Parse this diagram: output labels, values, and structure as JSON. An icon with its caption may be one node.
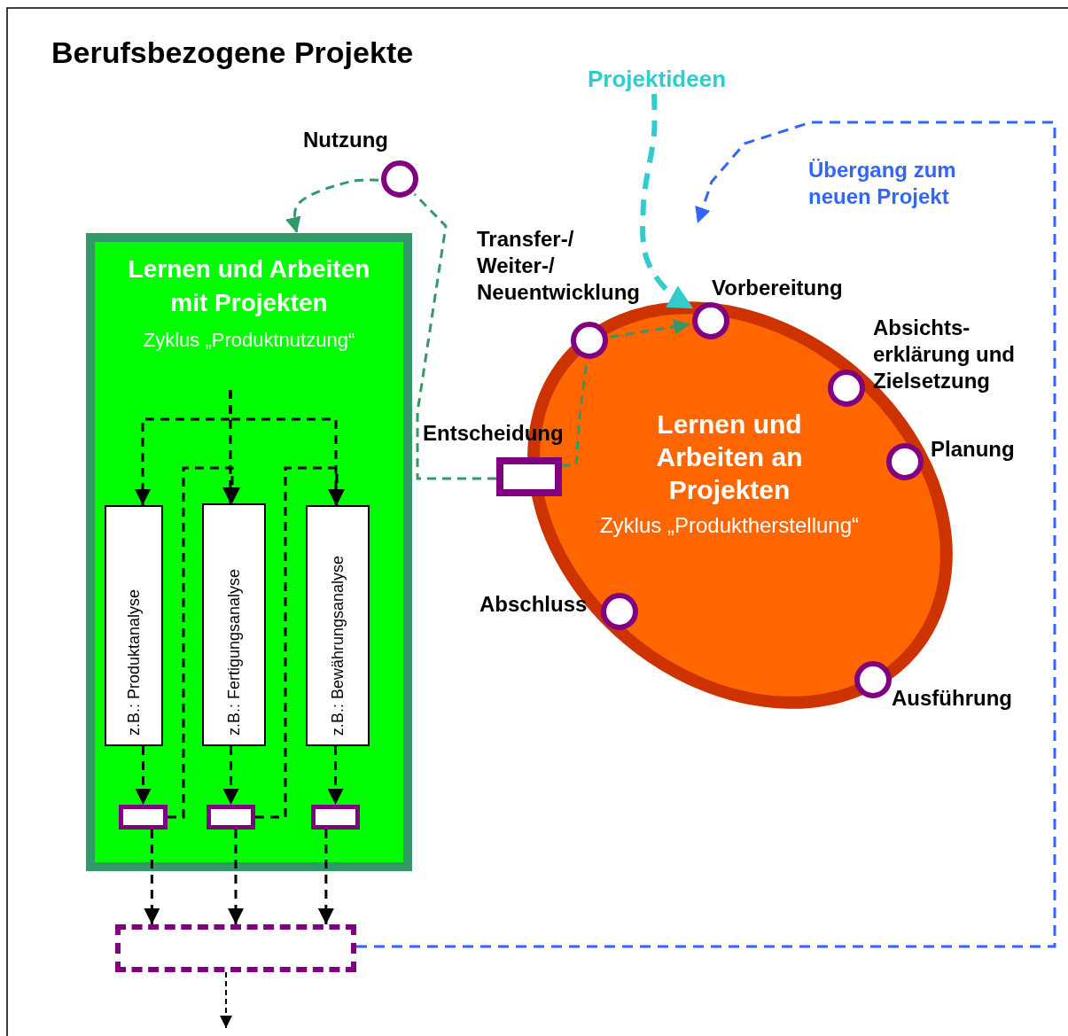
{
  "diagram": {
    "title": "Berufsbezogene Projekte",
    "nodes": [
      {
        "text": [
          "Lernen und Arbeiten mit Projekten",
          "Zyklus „Produktnutzung“"
        ]
      },
      {
        "text": [
          "z.B.: Produktanalyse"
        ],
        "in": 0
      },
      {
        "text": [
          "z.B.: Fertigungsanalyse"
        ],
        "in": 0
      },
      {
        "text": [
          "z.B.: Bewährungsanalyse"
        ],
        "in": 0
      },
      {
        "text": [],
        "shape": "box",
        "in": 0
      },
      {
        "text": [],
        "shape": "box",
        "in": 0
      },
      {
        "text": [],
        "shape": "box",
        "in": 0
      },
      {
        "text": [],
        "shape": "box"
      },
      {
        "text": [
          "Lernen und Arbeiten an Projekten",
          "Zyklus „Produktherstellung“"
        ]
      },
      {
        "text": [],
        "shape": "circle",
        "beside": [
          "Nutzung"
        ]
      },
      {
        "text": [],
        "shape": "circle",
        "in": 8
      },
      {
        "text": [],
        "shape": "circle",
        "beside": [
          "Vorbereitung"
        ],
        "in": 8
      },
      {
        "text": [],
        "shape": "circle",
        "beside": [
          "Absichts- erklärung und Zielsetzung"
        ],
        "in": 8
      },
      {
        "text": [],
        "shape": "circle",
        "beside": [
          "Planung"
        ],
        "in": 8
      },
      {
        "text": [],
        "shape": "circle",
        "beside": [
          "Ausführung"
        ],
        "in": 8
      },
      {
        "text": [],
        "shape": "circle",
        "beside": [
          "Abschluss"
        ],
        "in": 8
      },
      {
        "text": [],
        "shape": "box",
        "beside": [
          "Entscheidung"
        ]
      },
      {
        "text": [
          "Projektideen"
        ]
      }
    ],
    "edges": [
      {
        "from": 17,
        "to": 11,
        "arrow": "to",
        "style": "dashed",
        "color": "#33cccc"
      },
      {
        "from": 7,
        "to": null,
        "arrow": "to",
        "label": "Übergang zum neuen Projekt",
        "style": "dashed",
        "color": "#3366ff"
      },
      {
        "from": 16,
        "to": 9,
        "arrow": "none",
        "style": "dashed",
        "color": "#339966"
      },
      {
        "from": 9,
        "to": 0,
        "arrow": "to",
        "style": "dashed",
        "color": "#339966"
      },
      {
        "from": 16,
        "to": 10,
        "arrow": "none",
        "style": "dashed",
        "color": "#339966"
      },
      {
        "from": 10,
        "to": 11,
        "arrow": "to",
        "style": "dashed",
        "color": "#339966"
      },
      {
        "from": null,
        "to": 1,
        "arrow": "to",
        "style": "dashed"
      },
      {
        "from": null,
        "to": 2,
        "arrow": "to",
        "style": "dashed"
      },
      {
        "from": null,
        "to": 3,
        "arrow": "to",
        "style": "dashed"
      },
      {
        "from": 1,
        "to": 4,
        "arrow": "to",
        "style": "dashed"
      },
      {
        "from": 2,
        "to": 5,
        "arrow": "to",
        "style": "dashed"
      },
      {
        "from": 3,
        "to": 6,
        "arrow": "to",
        "style": "dashed"
      },
      {
        "from": 4,
        "to": 2,
        "arrow": "to",
        "style": "dashed"
      },
      {
        "from": 5,
        "to": 3,
        "arrow": "to",
        "style": "dashed"
      },
      {
        "from": 4,
        "to": 7,
        "arrow": "to",
        "style": "dashed"
      },
      {
        "from": 5,
        "to": 7,
        "arrow": "to",
        "style": "dashed"
      },
      {
        "from": 6,
        "to": 7,
        "arrow": "to",
        "style": "dashed"
      },
      {
        "from": 7,
        "to": null,
        "arrow": "to",
        "style": "dashed"
      }
    ],
    "labels": [
      "Transfer-/ Weiter-/ Neuentwicklung"
    ]
  }
}
